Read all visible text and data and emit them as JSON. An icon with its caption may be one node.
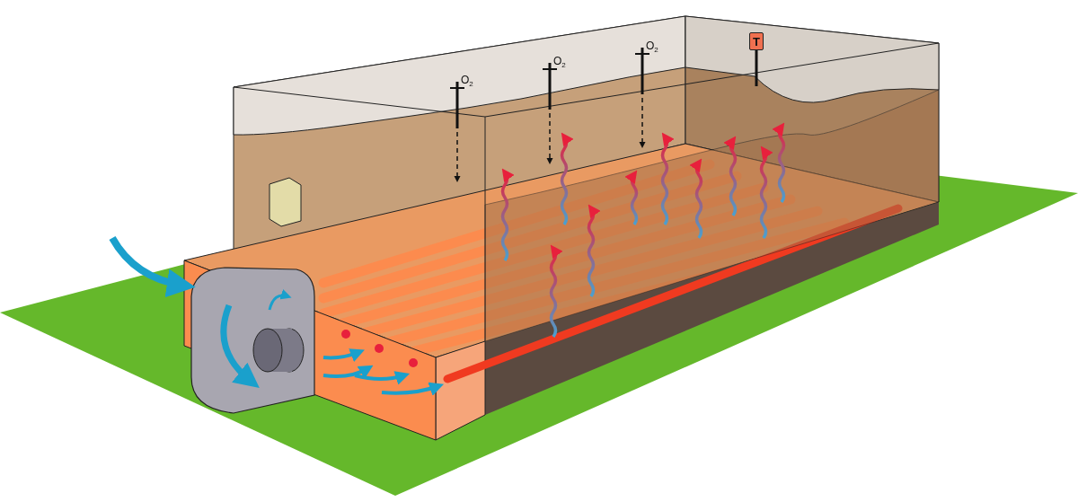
{
  "diagram": {
    "nodes": [
      {
        "text": [
          "T"
        ]
      }
    ],
    "labels": [
      "O$_{2}$",
      "O$_{2}$",
      "O$_{2}$"
    ]
  }
}
